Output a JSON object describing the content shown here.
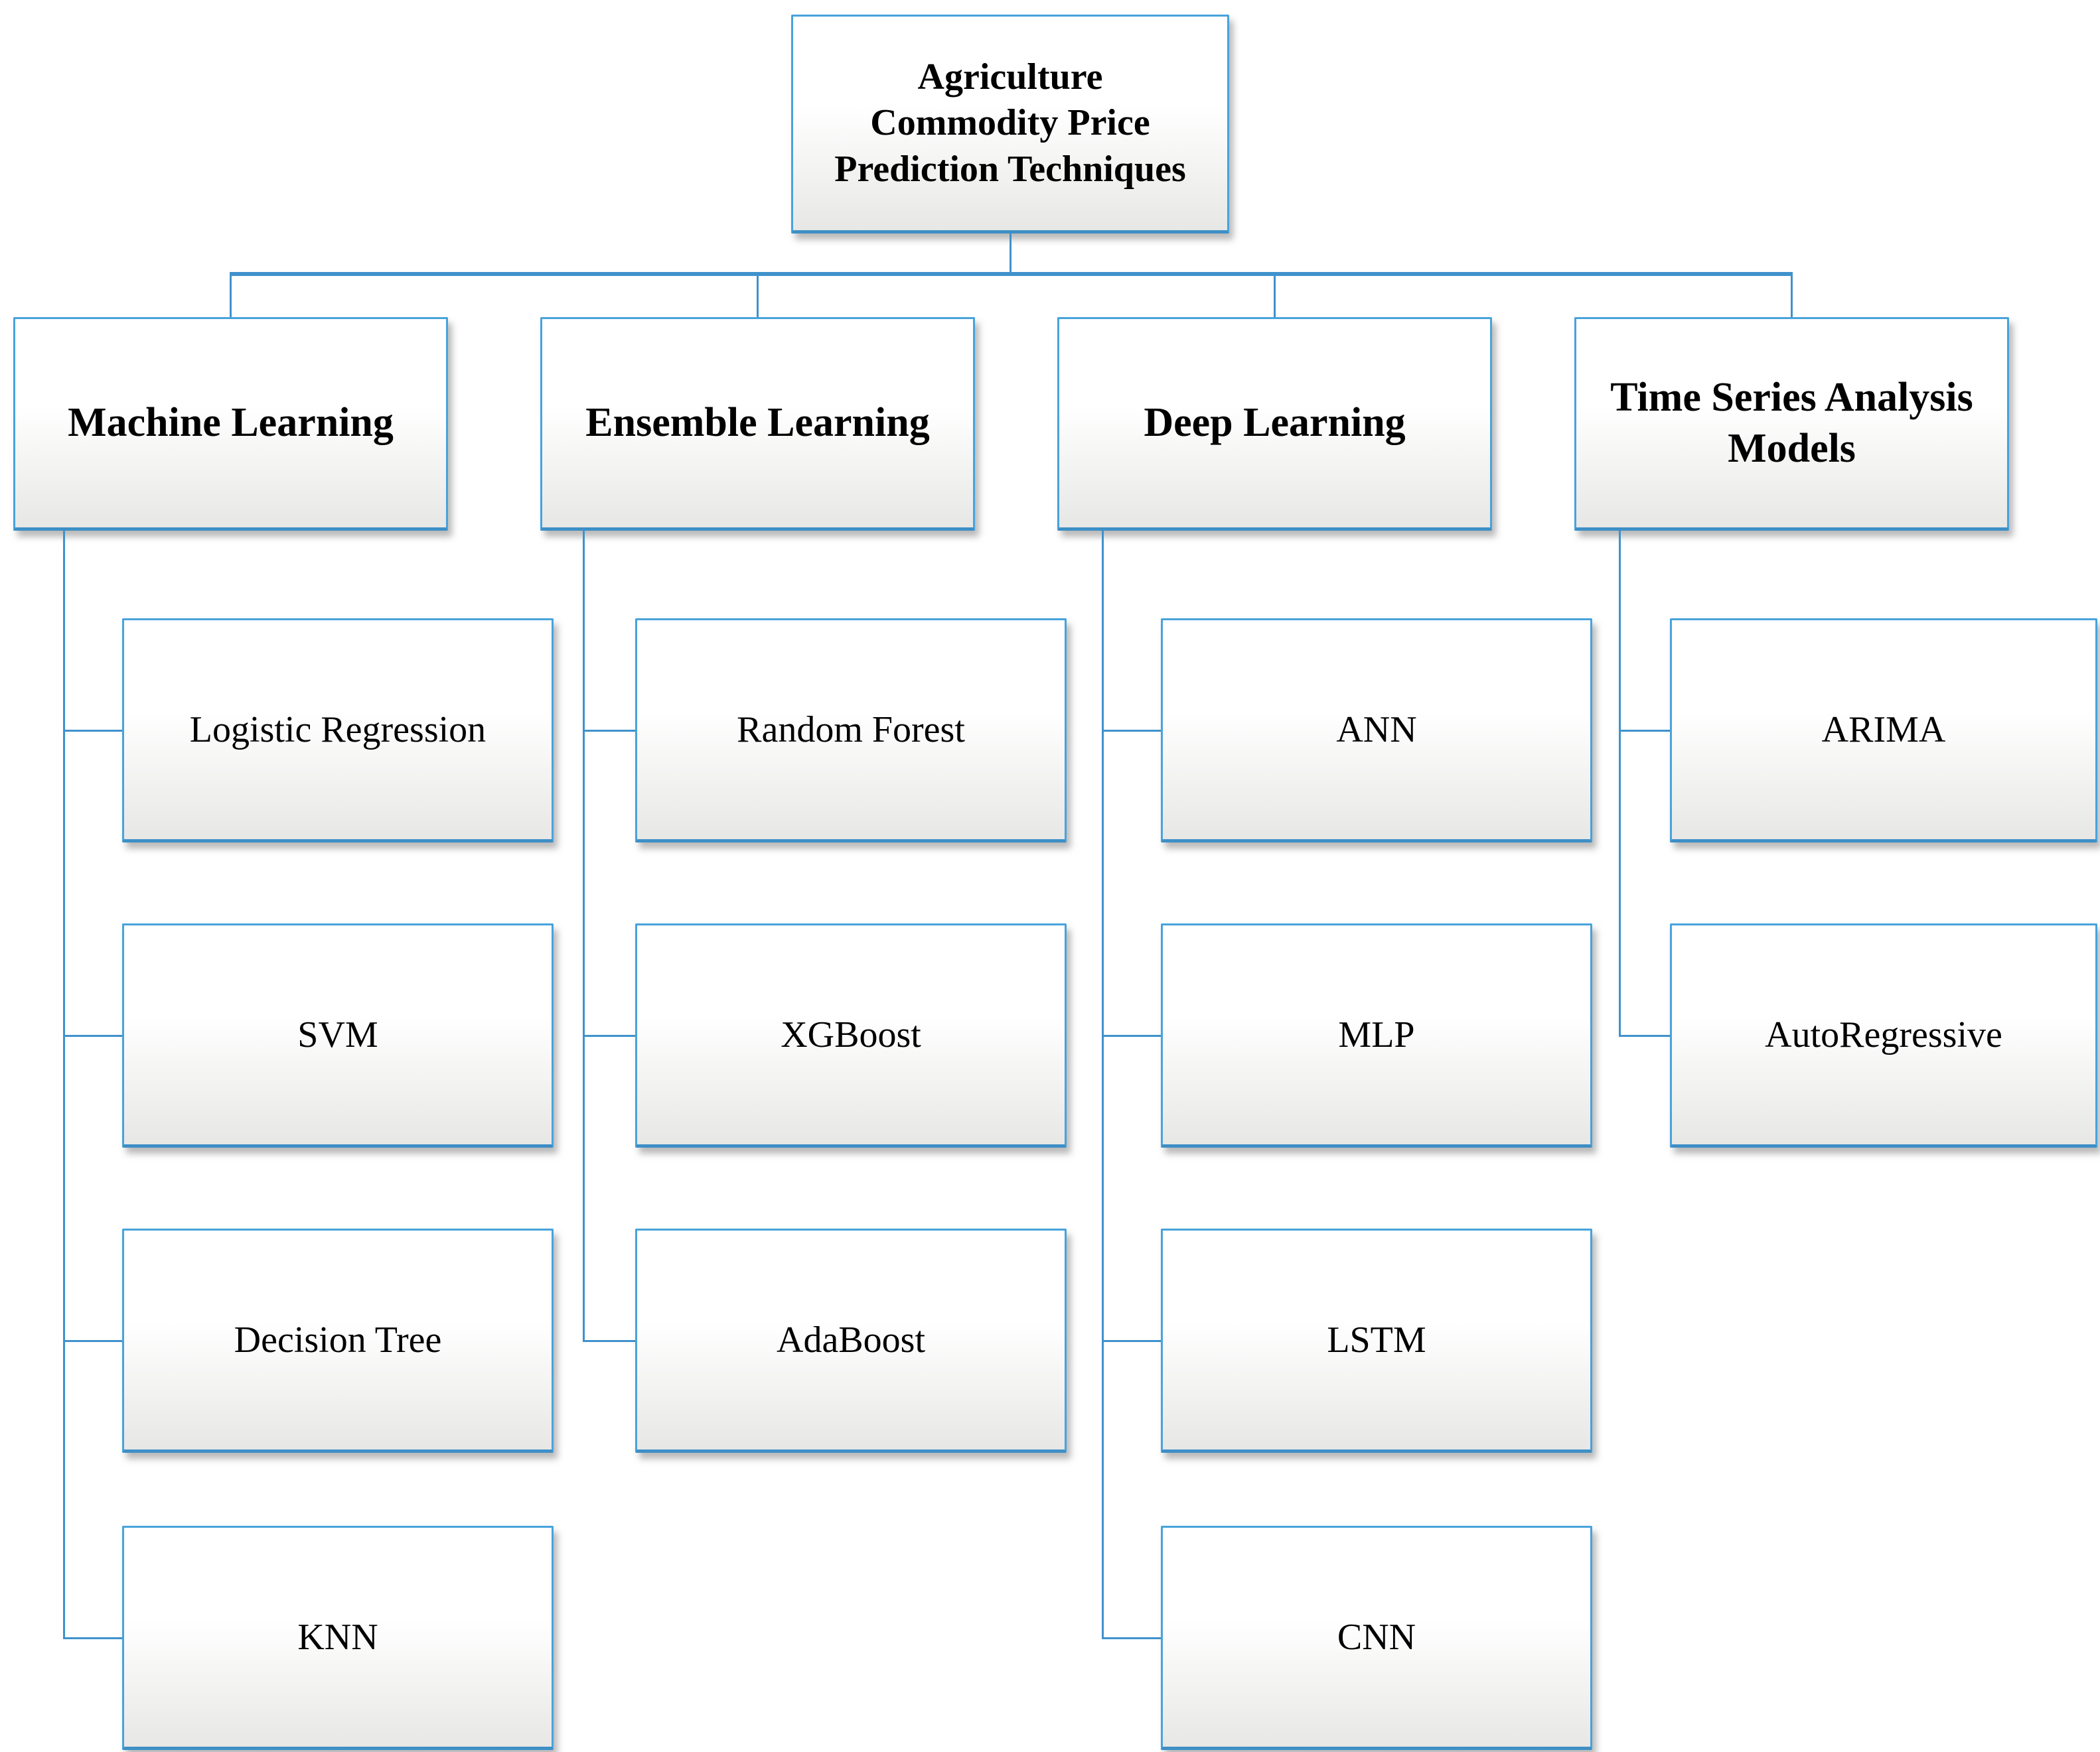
{
  "colors": {
    "box_border": "#47A3DC",
    "box_border_bottom": "#3E8FC6",
    "connector": "#3F92CC"
  },
  "root": {
    "title_lines": [
      "Agriculture",
      "Commodity Price",
      "Prediction Techniques"
    ]
  },
  "categories": [
    {
      "label": "Machine Learning",
      "children": [
        "Logistic Regression",
        "SVM",
        "Decision Tree",
        "KNN"
      ]
    },
    {
      "label": "Ensemble Learning",
      "children": [
        "Random Forest",
        "XGBoost",
        "AdaBoost"
      ]
    },
    {
      "label": "Deep Learning",
      "children": [
        "ANN",
        "MLP",
        "LSTM",
        "CNN"
      ]
    },
    {
      "label": "Time Series Analysis Models",
      "children": [
        "ARIMA",
        "AutoRegressive"
      ]
    }
  ]
}
